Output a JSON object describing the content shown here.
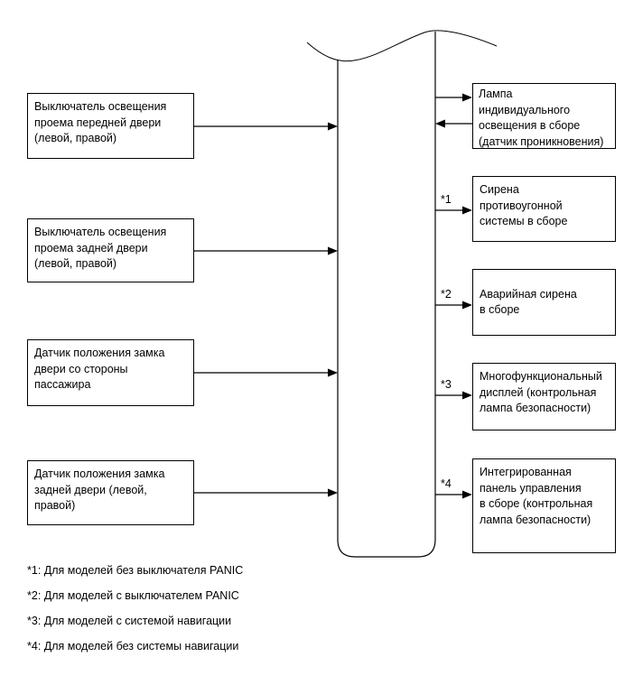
{
  "diagram": {
    "left_boxes": [
      {
        "lines": [
          "Выключатель освещения",
          "проема передней двери",
          "(левой, правой)"
        ]
      },
      {
        "lines": [
          "Выключатель освещения",
          "проема задней двери",
          "(левой, правой)"
        ]
      },
      {
        "lines": [
          "Датчик положения замка",
          "двери со стороны",
          "пассажира"
        ]
      },
      {
        "lines": [
          "Датчик положения замка",
          "задней двери (левой,",
          "правой)"
        ]
      }
    ],
    "right_boxes": [
      {
        "lines": [
          "Лампа",
          "индивидуального",
          "освещения в сборе",
          "(датчик проникновения)"
        ]
      },
      {
        "lines": [
          "Сирена",
          "противоугонной",
          "системы в сборе"
        ]
      },
      {
        "lines": [
          "Аварийная сирена",
          "в сборе"
        ]
      },
      {
        "lines": [
          "Многофункциональный",
          "дисплей (контрольная",
          "лампа безопасности)"
        ]
      },
      {
        "lines": [
          "Интегрированная",
          "панель управления",
          "в сборе (контрольная",
          "лампа безопасности)"
        ]
      }
    ],
    "arrow_labels": [
      "*1",
      "*2",
      "*3",
      "*4"
    ],
    "footnotes": [
      "*1: Для моделей без выключателя PANIC",
      "*2: Для моделей с выключателем PANIC",
      "*3: Для моделей с системой навигации",
      "*4: Для моделей без системы навигации"
    ],
    "colors": {
      "line": "#000000",
      "background": "#ffffff",
      "text": "#000000"
    }
  }
}
